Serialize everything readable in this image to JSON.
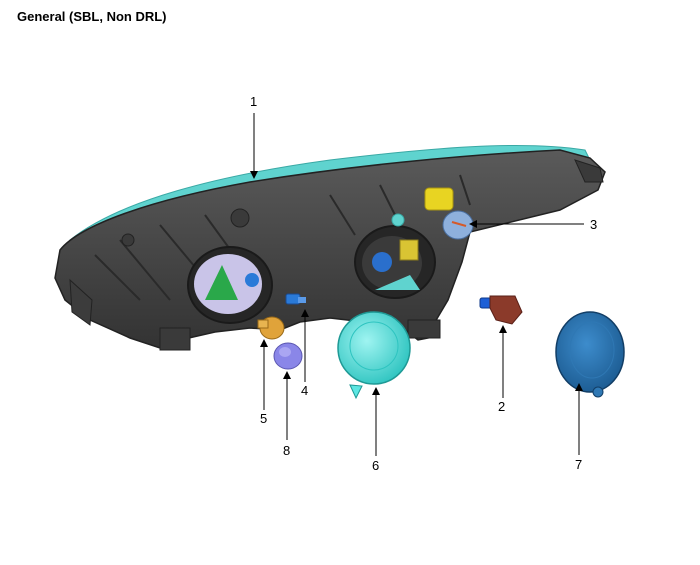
{
  "page_title": "General (SBL, Non DRL)",
  "callouts": [
    {
      "id": "1",
      "part": "headlamp-assembly"
    },
    {
      "id": "2",
      "part": "side-marker-bulb"
    },
    {
      "id": "3",
      "part": "turn-signal-bulb"
    },
    {
      "id": "4",
      "part": "position-bulb"
    },
    {
      "id": "5",
      "part": "bulb-socket"
    },
    {
      "id": "6",
      "part": "low-beam-dust-cap"
    },
    {
      "id": "7",
      "part": "high-beam-dust-cap"
    },
    {
      "id": "8",
      "part": "bulb-cap"
    }
  ],
  "colors": {
    "housing": "#4a4a4a",
    "housing_dark": "#2e2e2e",
    "lens_edge": "#5fd3cf",
    "cap_cyan": "#5ce6e2",
    "cap_blue": "#2f78b4",
    "bulb_yellow": "#e8d422",
    "socket_orange": "#e0a33a",
    "cap_purple": "#8a86e8",
    "bulb_brown": "#8b3a2a",
    "bulb_blue": "#1d5fd6"
  }
}
